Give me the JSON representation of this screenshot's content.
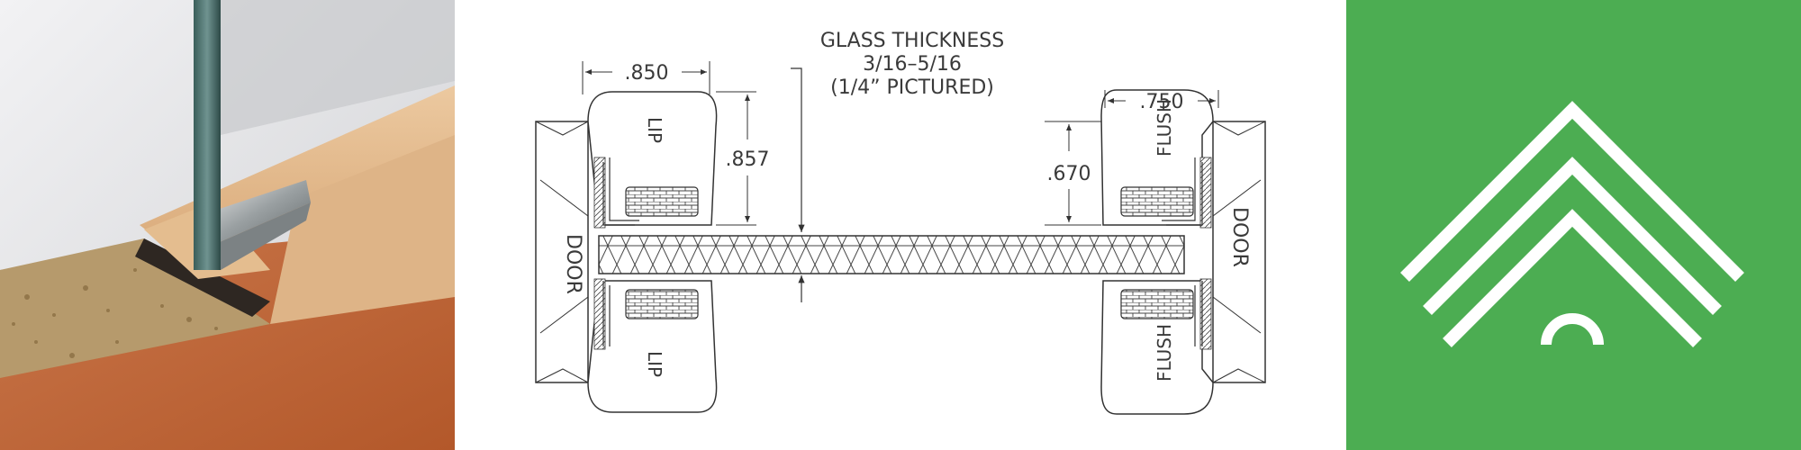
{
  "photo": {
    "alt": "glass panel installed in wood cabinet door frame with metal retainer clip"
  },
  "drawing": {
    "glass_label": {
      "line1": "GLASS THICKNESS",
      "line2": "3/16–5/16",
      "line3": "(1/4” PICTURED)"
    },
    "left": {
      "width_dim": ".850",
      "height_dim": ".857",
      "lip_top": "LIP",
      "lip_bottom": "LIP",
      "door": "DOOR"
    },
    "right": {
      "width_dim": ".750",
      "height_dim": ".670",
      "flush_top": "FLUSH",
      "flush_bottom": "FLUSH",
      "door": "DOOR"
    }
  },
  "brand": {
    "background_color": "#4cad52",
    "icon": "stacked-chevron-house-logo-icon"
  }
}
